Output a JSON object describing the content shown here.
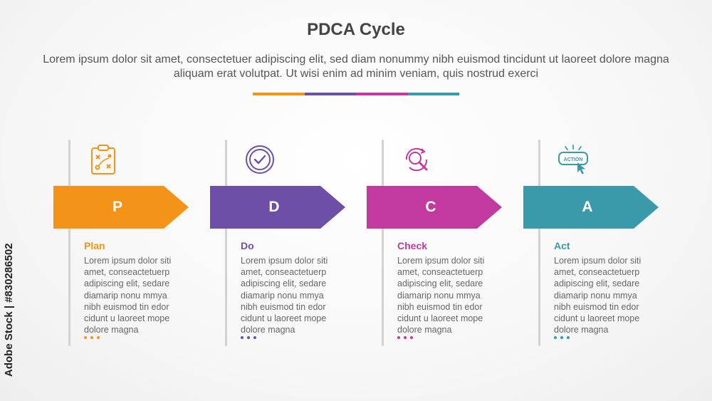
{
  "title": "PDCA Cycle",
  "subtitle": "Lorem ipsum dolor sit amet, consectetuer adipiscing elit, sed diam nonummy nibh euismod tincidunt ut laoreet dolore magna aliquam erat volutpat. Ut wisi enim ad minim veniam, quis nostrud exerci",
  "accent_colors": [
    "#F39419",
    "#6E4FA8",
    "#C2399F",
    "#3A9AAA"
  ],
  "steps": [
    {
      "letter": "P",
      "name": "Plan",
      "color": "#F39419",
      "icon": "strategy-clipboard-icon",
      "description": "Lorem ipsum dolor siti amet, conseactetuerp adipiscing elit, sedare diamarip nonu mmya nibh euismod tin edor cidunt u laoreet mope dolore magna"
    },
    {
      "letter": "D",
      "name": "Do",
      "color": "#6E4FA8",
      "icon": "check-circle-icon",
      "description": "Lorem ipsum dolor siti amet, conseactetuerp adipiscing elit, sedare diamarip nonu mmya nibh euismod tin edor cidunt u laoreet mope dolore magna"
    },
    {
      "letter": "C",
      "name": "Check",
      "color": "#C2399F",
      "icon": "magnifier-refresh-icon",
      "description": "Lorem ipsum dolor siti amet, conseactetuerp adipiscing elit, sedare diamarip nonu mmya nibh euismod tin edor cidunt u laoreet mope dolore magna"
    },
    {
      "letter": "A",
      "name": "Act",
      "color": "#3A9AAA",
      "icon": "action-button-click-icon",
      "action_label": "ACTION",
      "description": "Lorem ipsum dolor siti amet, conseactetuerp adipiscing elit, sedare diamarip nonu mmya nibh euismod tin edor cidunt u laoreet mope dolore magna"
    }
  ],
  "watermark": "Adobe Stock | #830286502"
}
